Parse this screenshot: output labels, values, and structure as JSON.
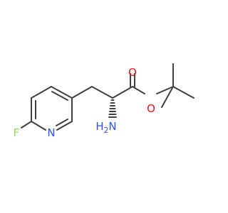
{
  "molecule": {
    "atoms": {
      "fluorine": "F",
      "ring_nitrogen": "N",
      "carbonyl_oxygen": "O",
      "ester_oxygen": "O",
      "amine_nitrogen": "N",
      "amine_h": "H",
      "amine_h_count": "2"
    },
    "colors": {
      "bond": "#404040",
      "fluorine": "#90e050",
      "nitrogen": "#3050f8",
      "oxygen": "#ff0d0d"
    }
  }
}
